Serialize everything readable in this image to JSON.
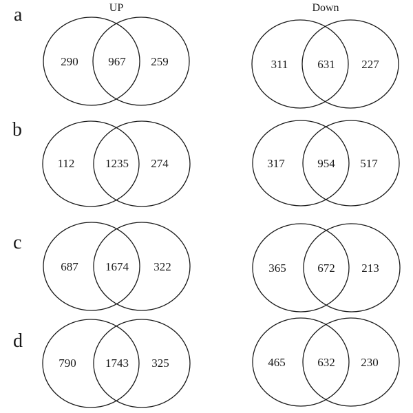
{
  "columns": [
    "UP",
    "Down"
  ],
  "rows": [
    {
      "label": "a",
      "panels": [
        {
          "left_only": "290",
          "overlap": "967",
          "right_only": "259"
        },
        {
          "left_only": "311",
          "overlap": "631",
          "right_only": "227"
        }
      ]
    },
    {
      "label": "b",
      "panels": [
        {
          "left_only": "112",
          "overlap": "1235",
          "right_only": "274"
        },
        {
          "left_only": "317",
          "overlap": "954",
          "right_only": "517"
        }
      ]
    },
    {
      "label": "c",
      "panels": [
        {
          "left_only": "687",
          "overlap": "1674",
          "right_only": "322"
        },
        {
          "left_only": "365",
          "overlap": "672",
          "right_only": "213"
        }
      ]
    },
    {
      "label": "d",
      "panels": [
        {
          "left_only": "790",
          "overlap": "1743",
          "right_only": "325"
        },
        {
          "left_only": "465",
          "overlap": "632",
          "right_only": "230"
        }
      ]
    }
  ]
}
